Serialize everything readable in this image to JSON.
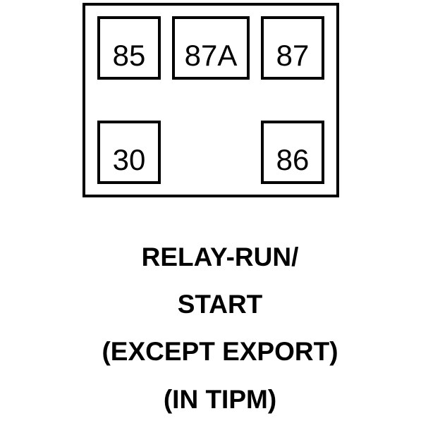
{
  "diagram": {
    "type": "relay-pinout",
    "component_label": "RELAY-RUN/START",
    "relay_body": {
      "name": "relay-outline",
      "stroke_color": "#000000",
      "fill_color": "#ffffff"
    },
    "pins": [
      {
        "id": "85",
        "label": "85",
        "row": "top",
        "position": "left"
      },
      {
        "id": "87A",
        "label": "87A",
        "row": "top",
        "position": "center"
      },
      {
        "id": "87",
        "label": "87",
        "row": "top",
        "position": "right"
      },
      {
        "id": "30",
        "label": "30",
        "row": "bottom",
        "position": "left"
      },
      {
        "id": "86",
        "label": "86",
        "row": "bottom",
        "position": "right"
      }
    ]
  },
  "caption": {
    "lines": [
      "RELAY-RUN/",
      "START",
      "(EXCEPT EXPORT)",
      "(IN TIPM)"
    ]
  }
}
